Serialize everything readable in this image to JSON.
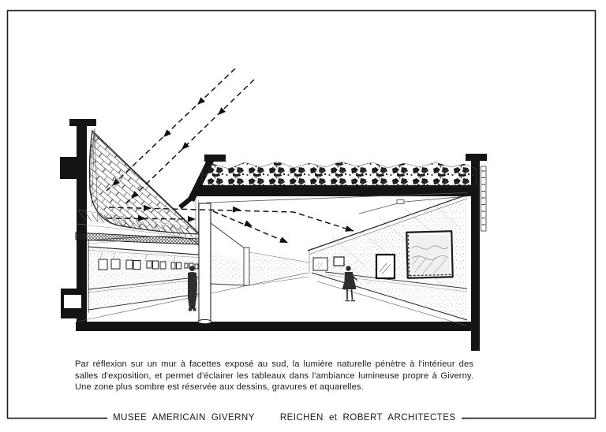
{
  "colors": {
    "paper": "#ffffff",
    "ink": "#1b1b1b"
  },
  "caption": {
    "lines": [
      "Par réflexion sur un mur à facettes exposé au sud, la lumière naturelle pénètre à l'intérieur des",
      "salles d'exposition, et permet d'éclairer les tableaux dans l'ambiance lumineuse propre à Giverny.",
      "Une zone plus sombre est réservée aux dessins, gravures et aquarelles."
    ]
  },
  "footer": {
    "project_title": "MUSEE AMERICAIN GIVERNY",
    "architects": "REICHEN et ROBERT ARCHITECTES"
  }
}
